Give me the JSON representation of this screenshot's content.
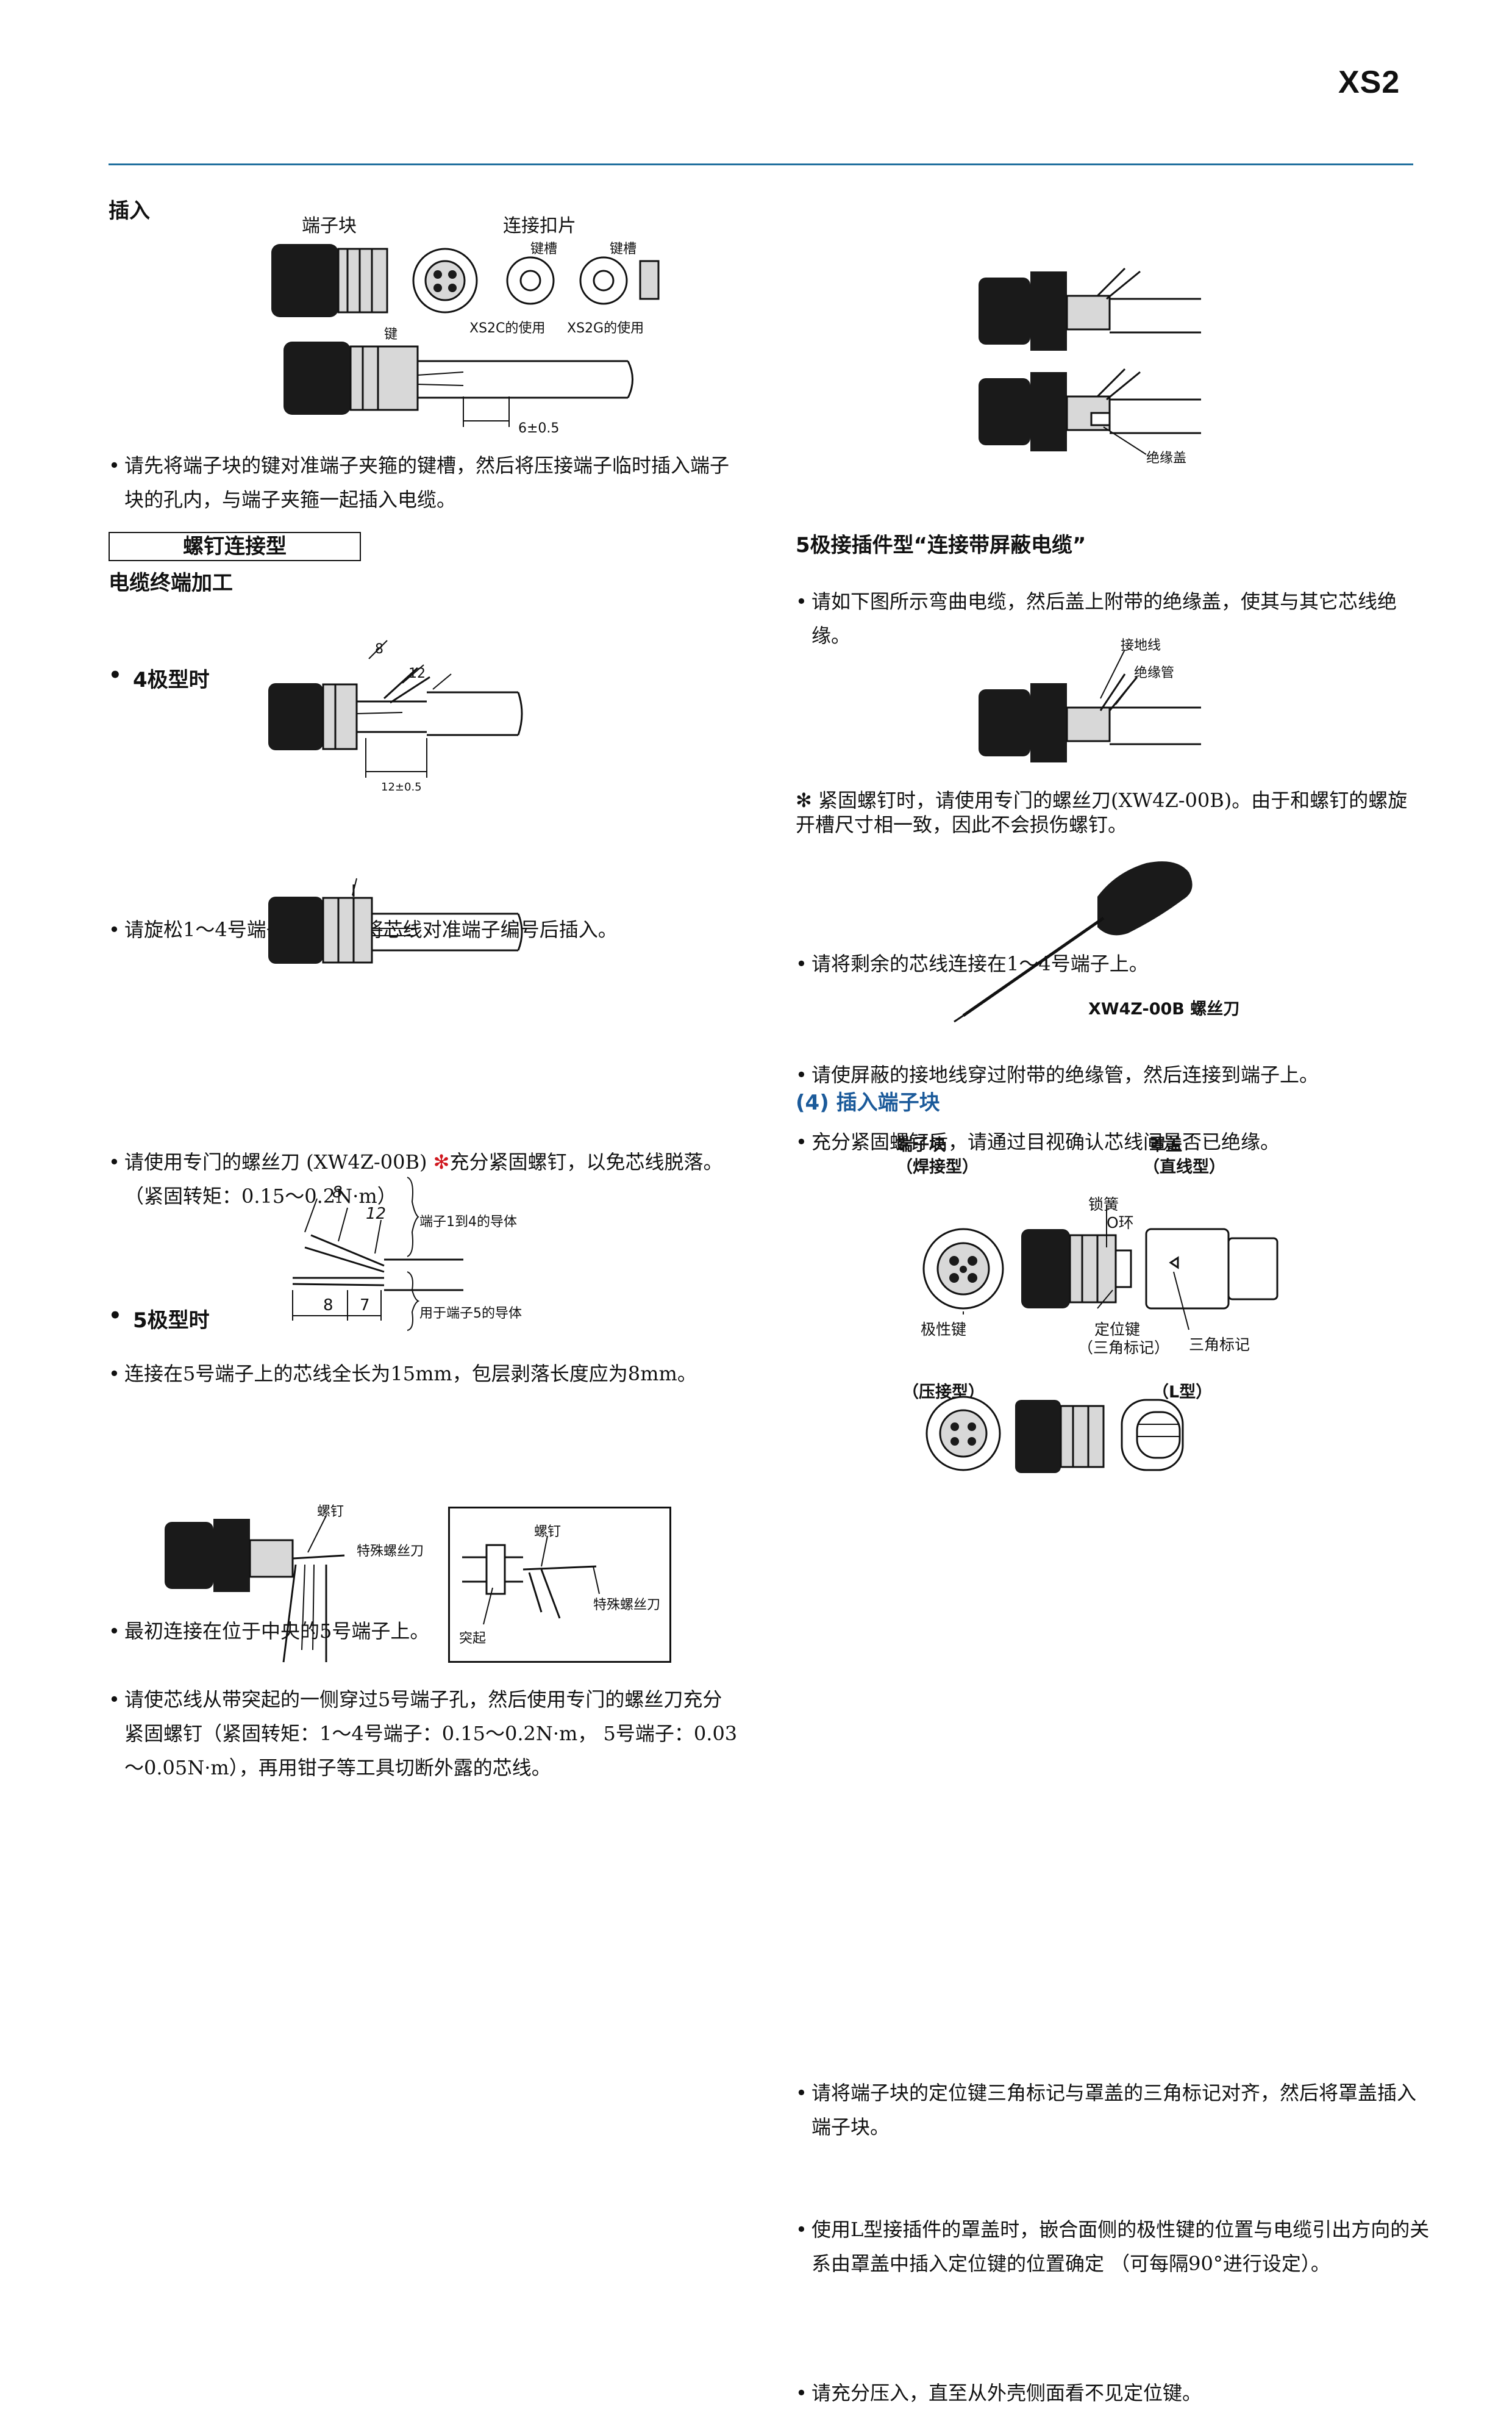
{
  "header": {
    "product_code": "XS2"
  },
  "left": {
    "insert_title": "插入",
    "fig1": {
      "terminal_block": "端子块",
      "connect_clip": "连接扣片",
      "key_slot_1": "键槽",
      "key_slot_2": "键槽",
      "key": "键",
      "xs2c_use": "XS2C的使用",
      "xs2g_use": "XS2G的使用",
      "dim": "6±0.5"
    },
    "insert_text": "请先将端子块的键对准端子夹箍的键槽，然后将压接端子临时插入端子块的孔内，与端子夹箍一起插入电缆。",
    "screw_type_box": "螺钉连接型",
    "cable_title": "电缆终端加工",
    "four_pole": "4极型时",
    "fig2": {
      "d8": "8",
      "d12": "12",
      "d12b": "12±0.5"
    },
    "loosen_text": "请旋松1～4号端子的螺钉，将芯线对准端子编号后插入。",
    "tighten_text_a": "请使用专门的螺丝刀 (XW4Z-00B) ",
    "tighten_mark": "✻",
    "tighten_text_b": "充分紧固螺钉，以免芯线脱落。（紧固转矩：0.15～0.2N·m）",
    "five_pole": "5极型时",
    "five_pole_text": "连接在5号端子上的芯线全长为15mm，包层剥落长度应为8mm。",
    "fig4": {
      "d8": "8",
      "d12": "12",
      "d8b": "8",
      "d7": "7",
      "cond14": "端子1到4的导体",
      "cond5": "用于端子5的导体"
    },
    "first_connect": "最初连接在位于中央的5号端子上。",
    "wire_text": "请使芯线从带突起的一侧穿过5号端子孔，然后使用专门的螺丝刀充分紧固螺钉（紧固转矩：1～4号端子：0.15～0.2N·m， 5号端子：0.03～0.05N·m），再用钳子等工具切断外露的芯线。",
    "fig5": {
      "screw": "螺钉",
      "special_driver": "特殊螺丝刀",
      "screw2": "螺钉",
      "special_driver2": "特殊螺丝刀",
      "bump": "突起"
    }
  },
  "right": {
    "bend_text": "请如下图所示弯曲电缆，然后盖上附带的绝缘盖，使其与其它芯线绝缘。",
    "fig_r1": {
      "insulation_cap": "绝缘盖"
    },
    "remaining_text": "请将剩余的芯线连接在1～4号端子上。",
    "shield_title": "5极接插件型“连接带屏蔽电缆”",
    "shield_text1": "请使屏蔽的接地线穿过附带的绝缘管，然后连接到端子上。",
    "shield_text2": "充分紧固螺钉后，请通过目视确认芯线间是否已绝缘。",
    "fig_r2": {
      "ground_wire": "接地线",
      "insul_tube": "绝缘管"
    },
    "note_mark": "✻",
    "note_text": "紧固螺钉时，请使用专门的螺丝刀(XW4Z-00B)。由于和螺钉的螺旋开槽尺寸相一致，因此不会损伤螺钉。",
    "driver_caption": "XW4Z-00B 螺丝刀",
    "section4_title": "(4) 插入端子块",
    "fig_r3": {
      "terminal_block": "端子块",
      "solder_type": "（焊接型）",
      "cover": "罩盖",
      "straight_type": "（直线型）",
      "lock_spring": "锁簧",
      "o_ring": "O环",
      "polarity_key": "极性键",
      "locating_key": "定位键",
      "triangle_mark_paren": "（三角标记）",
      "triangle_mark": "三角标记",
      "crimp_type": "（压接型）",
      "l_type": "（L型）"
    },
    "align_text": "请将端子块的定位键三角标记与罩盖的三角标记对齐，然后将罩盖插入端子块。",
    "l_type_text": "使用L型接插件的罩盖时，嵌合面侧的极性键的位置与电缆引出方向的关系由罩盖中插入定位键的位置确定 （可每隔90°进行设定）。",
    "press_text": "请充分压入，直至从外壳侧面看不见定位键。"
  },
  "colors": {
    "header_rule": "#1f6f9e",
    "section_blue": "#1b5a9a",
    "mark_red": "#d0181f"
  }
}
